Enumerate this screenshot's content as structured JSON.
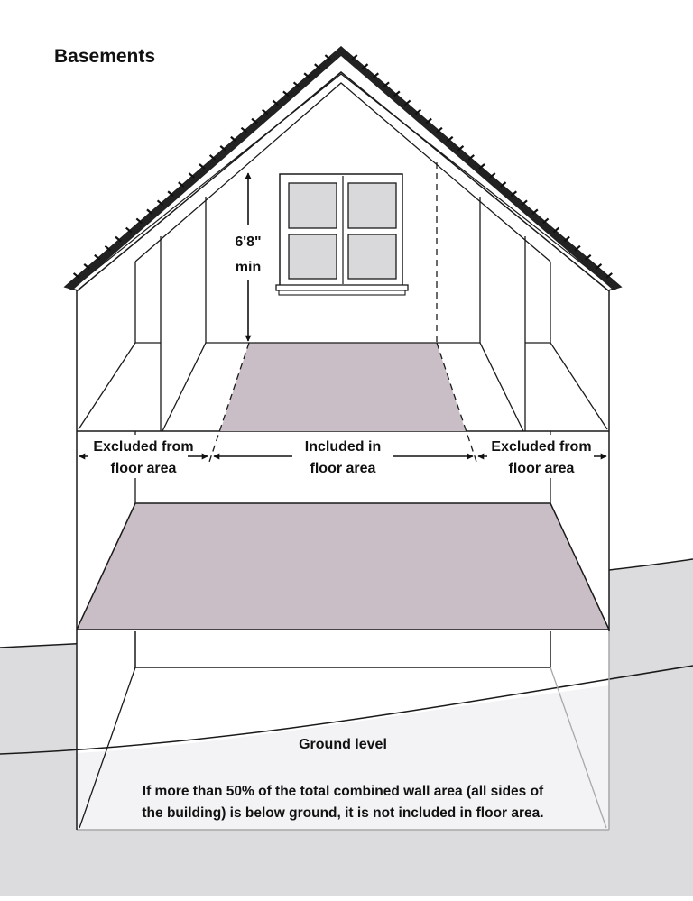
{
  "title": "Basements",
  "height_label": {
    "value": "6'8\"",
    "unit": "min"
  },
  "upper_floor": {
    "left": {
      "line1": "Excluded from",
      "line2": "floor area"
    },
    "center": {
      "line1": "Included in",
      "line2": "floor area"
    },
    "right": {
      "line1": "Excluded from",
      "line2": "floor area"
    }
  },
  "ground_label": "Ground level",
  "note": {
    "line1": "If more than 50% of the total combined wall area (all sides of",
    "line2": "the building) is below ground, it is not included in floor area."
  },
  "colors": {
    "included_floor": "#c9bec6",
    "ground": "#dcdcde",
    "outline": "#1a1a1a",
    "basement_wall": "#a8a8a8"
  },
  "icons": [
    "double-arrow-icon",
    "window-icon",
    "roof-shingles-icon"
  ]
}
